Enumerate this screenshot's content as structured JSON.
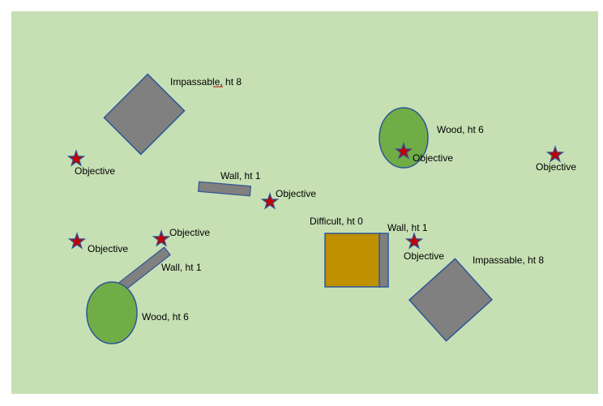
{
  "colors": {
    "table": "#c6e0b4",
    "impassable": "#808080",
    "wood": "#70ad47",
    "wall": "#808080",
    "difficult": "#bf9000",
    "outline": "#2f5597",
    "objective_star": "#c00000"
  },
  "icons": {
    "objective": "star-icon"
  },
  "terrain": {
    "impassable_top": {
      "label": "Impassable, ht 8"
    },
    "impassable_bottom": {
      "label": "Impassable, ht 8"
    },
    "wood_top": {
      "label": "Wood, ht 6"
    },
    "wood_bottom": {
      "label": "Wood, ht 6"
    },
    "wall_center": {
      "label": "Wall, ht 1"
    },
    "wall_diagonal": {
      "label": "Wall, ht 1"
    },
    "wall_difficult": {
      "label": "Wall, ht 1"
    },
    "difficult": {
      "label": "Difficult, ht 0"
    }
  },
  "objectives": [
    {
      "label": "Objective"
    },
    {
      "label": "Objective"
    },
    {
      "label": "Objective"
    },
    {
      "label": "Objective"
    },
    {
      "label": "Objective"
    },
    {
      "label": "Objective"
    },
    {
      "label": "Objective"
    }
  ]
}
